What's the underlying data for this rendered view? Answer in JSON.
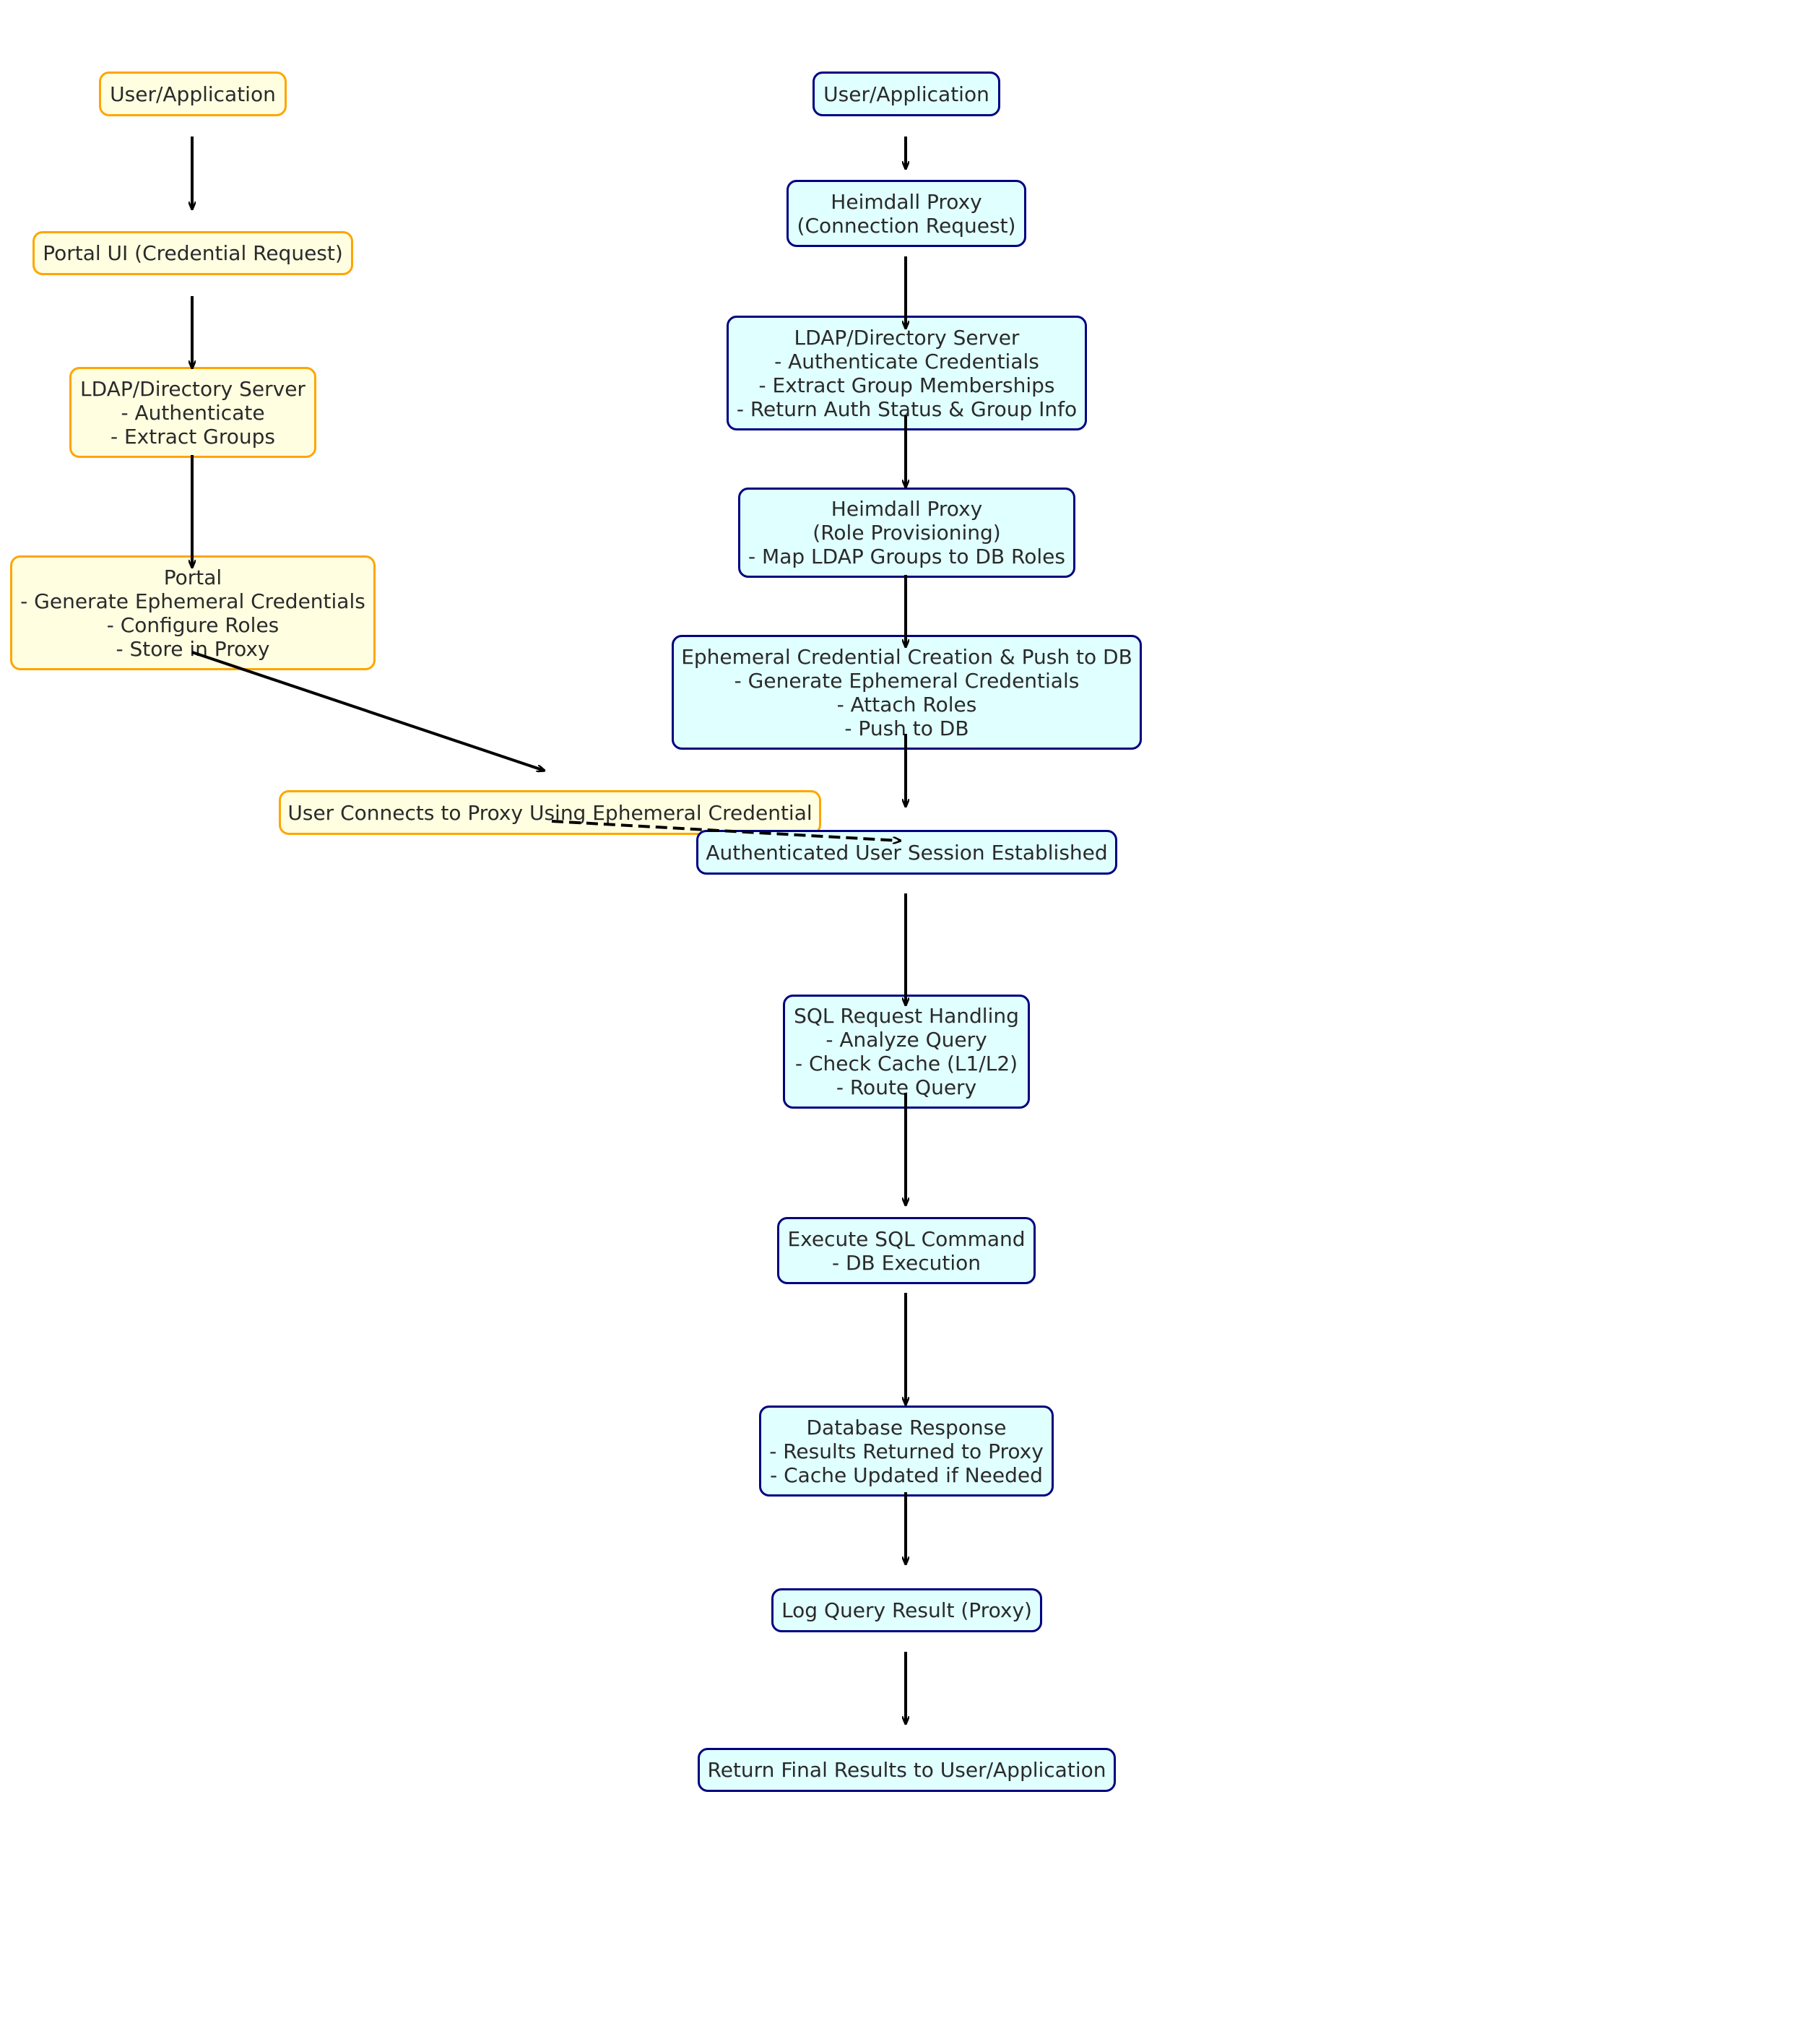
{
  "colors": {
    "left_fill": "#fffee0",
    "left_border": "#ffa500",
    "right_fill": "#e0ffff",
    "right_border": "#000080",
    "arrow": "#000000"
  },
  "left_flow": [
    {
      "id": "l-user",
      "lines": [
        "User/Application"
      ]
    },
    {
      "id": "l-portal-ui",
      "lines": [
        "Portal UI (Credential Request)"
      ]
    },
    {
      "id": "l-ldap",
      "lines": [
        "LDAP/Directory Server",
        "- Authenticate",
        "- Extract Groups"
      ]
    },
    {
      "id": "l-portal",
      "lines": [
        "Portal",
        "- Generate Ephemeral Credentials",
        "- Configure Roles",
        "- Store in Proxy"
      ]
    },
    {
      "id": "l-connect",
      "lines": [
        "User Connects to Proxy Using Ephemeral Credential"
      ]
    }
  ],
  "right_flow": [
    {
      "id": "r-user",
      "lines": [
        "User/Application"
      ]
    },
    {
      "id": "r-proxy-conn",
      "lines": [
        "Heimdall Proxy",
        "(Connection Request)"
      ]
    },
    {
      "id": "r-ldap",
      "lines": [
        "LDAP/Directory Server",
        "- Authenticate Credentials",
        "- Extract Group Memberships",
        "- Return Auth Status & Group Info"
      ]
    },
    {
      "id": "r-proxy-role",
      "lines": [
        "Heimdall Proxy",
        "(Role Provisioning)",
        "- Map LDAP Groups to DB Roles"
      ]
    },
    {
      "id": "r-ephemeral",
      "lines": [
        "Ephemeral Credential Creation & Push to DB",
        "- Generate Ephemeral Credentials",
        "- Attach Roles",
        "- Push to DB"
      ]
    },
    {
      "id": "r-session",
      "lines": [
        "Authenticated User Session Established"
      ]
    },
    {
      "id": "r-sql",
      "lines": [
        "SQL Request Handling",
        "- Analyze Query",
        "- Check Cache (L1/L2)",
        "- Route Query"
      ]
    },
    {
      "id": "r-execute",
      "lines": [
        "Execute SQL Command",
        "- DB Execution"
      ]
    },
    {
      "id": "r-db-response",
      "lines": [
        "Database Response",
        "- Results Returned to Proxy",
        "- Cache Updated if Needed"
      ]
    },
    {
      "id": "r-log",
      "lines": [
        "Log Query Result (Proxy)"
      ]
    },
    {
      "id": "r-return",
      "lines": [
        "Return Final Results to User/Application"
      ]
    }
  ]
}
